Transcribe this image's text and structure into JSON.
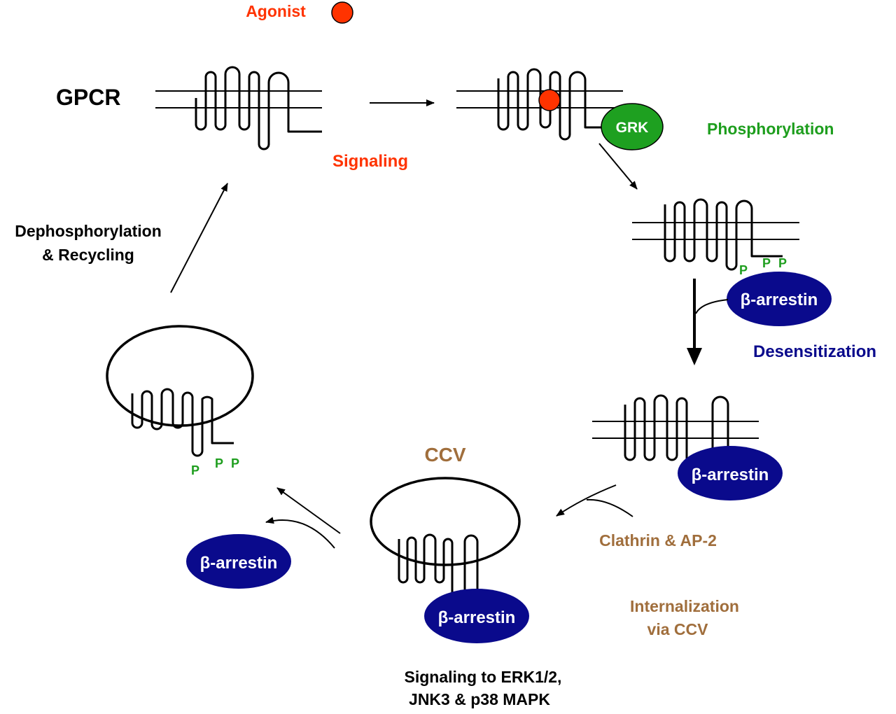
{
  "labels": {
    "agonist": "Agonist",
    "gpcr": "GPCR",
    "signaling": "Signaling",
    "phosphorylation": "Phosphorylation",
    "grk": "GRK",
    "desensitization": "Desensitization",
    "dephosphorylation_line1": "Dephosphorylation",
    "dephosphorylation_line2": "& Recycling",
    "ccv": "CCV",
    "clathrin": "Clathrin & AP-2",
    "internalization_line1": "Internalization",
    "internalization_line2": "via CCV",
    "signaling_erk_line1": "Signaling to ERK1/2,",
    "signaling_erk_line2": "JNK3 & p38 MAPK",
    "beta_arrestin": "β-arrestin",
    "phospho": "P"
  },
  "colors": {
    "agonist": "#ff3300",
    "signaling": "#ff3300",
    "phosphorylation": "#1e9e1e",
    "grk": "#1ea020",
    "arrestin": "#0a0a8c",
    "desensitization": "#0a0a8c",
    "ccv": "#a06e3c",
    "black": "#000000"
  }
}
